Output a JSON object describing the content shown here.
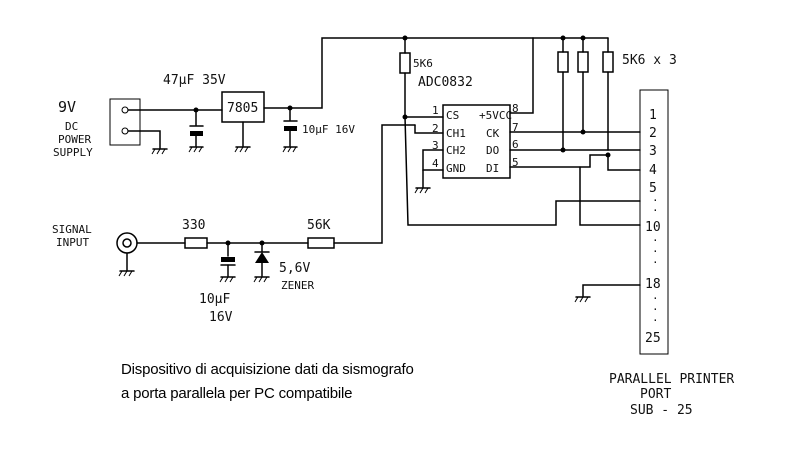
{
  "power": {
    "label_voltage": "9V",
    "label_line1": "DC",
    "label_line2": "POWER",
    "label_line3": "SUPPLY",
    "cap_in": "47µF 35V",
    "regulator": "7805",
    "cap_out": "10µF 16V"
  },
  "pullups": {
    "single": "5K6",
    "triple": "5K6 x 3"
  },
  "adc": {
    "name": "ADC0832",
    "pins_left": [
      "CS",
      "CH1",
      "CH2",
      "GND"
    ],
    "pins_right": [
      "+5VCC",
      "CK",
      "DO",
      "DI"
    ],
    "pin_nums_left": [
      "1",
      "2",
      "3",
      "4"
    ],
    "pin_nums_right": [
      "8",
      "7",
      "6",
      "5"
    ]
  },
  "input": {
    "label_line1": "SIGNAL",
    "label_line2": "INPUT",
    "r1": "330",
    "r2": "56K",
    "cap": "10µF",
    "cap_volt": "16V",
    "zener": "5,6V",
    "zener_label": "ZENER"
  },
  "port": {
    "pins": [
      "1",
      "2",
      "3",
      "4",
      "5",
      "10",
      "18",
      "25"
    ],
    "title_line1": "PARALLEL PRINTER",
    "title_line2": "PORT",
    "title_line3": "SUB - 25"
  },
  "caption": {
    "line1": "Dispositivo di acquisizione dati da sismografo",
    "line2": "a porta parallela per PC compatibile"
  }
}
